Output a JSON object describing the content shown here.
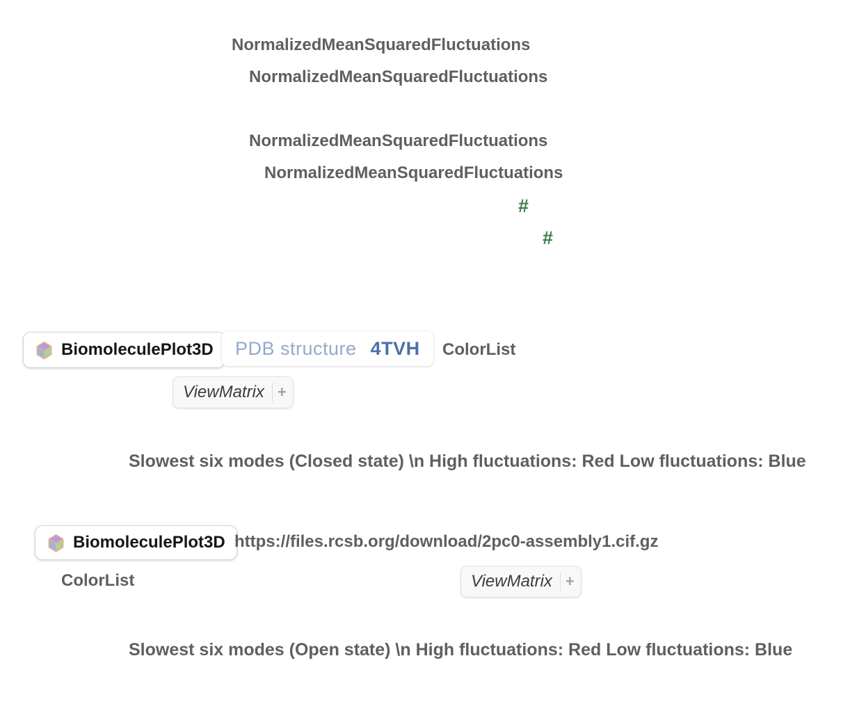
{
  "notebook": {
    "language": "Wolfram",
    "strings": {
      "nmsf": "NormalizedMeanSquaredFluctuations",
      "slot": "#",
      "color_list": "ColorList",
      "url": "https://files.rcsb.org/download/2pc0-assembly1.cif.gz",
      "caption_closed": "Slowest six modes (Closed state) \\n High fluctuations: Red Low fluctuations: Blue",
      "caption_open": "Slowest six modes (Open state) \\n High fluctuations: Red Low fluctuations: Blue"
    },
    "badges": {
      "biomolecule_plot3d": {
        "label": "BiomoleculePlot3D",
        "icon": "cube-icon"
      },
      "pdb_entity": {
        "type_label": "PDB structure",
        "id": "4TVH"
      },
      "view_matrix": {
        "label": "ViewMatrix",
        "expand_label": "+"
      }
    },
    "colors": {
      "string_gray": "#5f5f5f",
      "slot_green": "#3d7d4e",
      "pdb_type_blue": "#93aac9",
      "pdb_id_blue": "#4a70ab",
      "cube_top": "#b49ddc",
      "cube_left": "#9bb4e0",
      "cube_right": "#a9d2a0",
      "cube_outline": "#f0ad86",
      "chip_background": "#ffffff",
      "iconized_background": "#f8f8f8"
    }
  }
}
